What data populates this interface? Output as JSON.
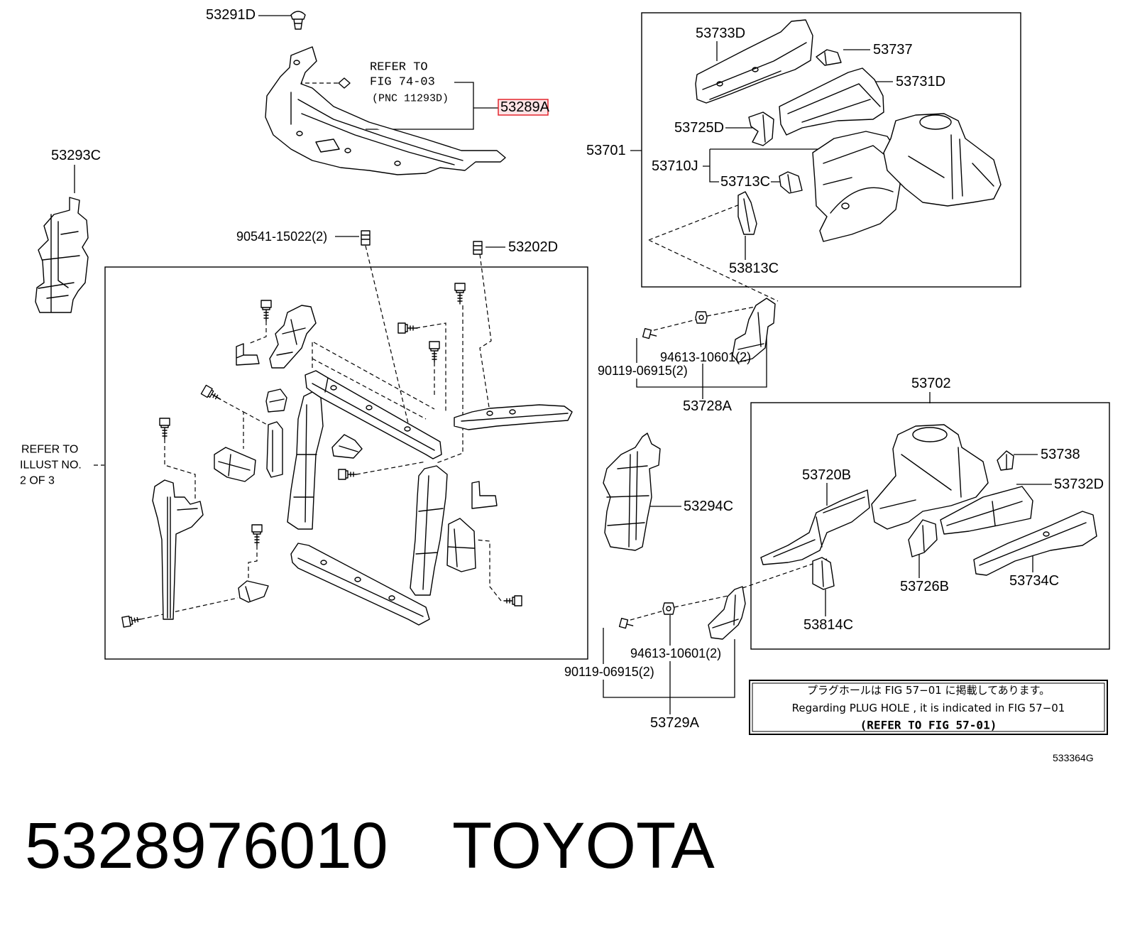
{
  "colors": {
    "highlight": "#e3262e",
    "highlight_fill": "#fde4e6"
  },
  "callouts": {
    "p53291D": "53291D",
    "p53289A": "53289A",
    "p53293C": "53293C",
    "p90541": "90541-15022(2)",
    "p53202D": "53202D",
    "p53701": "53701",
    "p53733D": "53733D",
    "p53737": "53737",
    "p53731D": "53731D",
    "p53725D": "53725D",
    "p53710J": "53710J",
    "p53713C": "53713C",
    "p53813C": "53813C",
    "p94613_upper": "94613-10601(2)",
    "p90119_upper": "90119-06915(2)",
    "p53728A": "53728A",
    "p53702": "53702",
    "p53738": "53738",
    "p53720B": "53720B",
    "p53732D": "53732D",
    "p53294C": "53294C",
    "p53726B": "53726B",
    "p53734C": "53734C",
    "p53814C": "53814C",
    "p94613_lower": "94613-10601(2)",
    "p90119_lower": "90119-06915(2)",
    "p53729A": "53729A"
  },
  "refer_upper": {
    "line1": "REFER TO",
    "line2": "FIG 74-03",
    "line3": "(PNC 11293D)"
  },
  "refer_left": {
    "line1": "REFER TO",
    "line2": "ILLUST NO.",
    "line3": "2 OF 3"
  },
  "note": {
    "ja": "プラグホールは FIG 57−01 に掲載してあります。",
    "en": "Regarding  PLUG  HOLE , it is indicated in FIG  57−01",
    "ref": "(REFER TO FIG 57-01)"
  },
  "figure_code": "533364G",
  "part_number": "5328976010",
  "brand": "TOYOTA"
}
